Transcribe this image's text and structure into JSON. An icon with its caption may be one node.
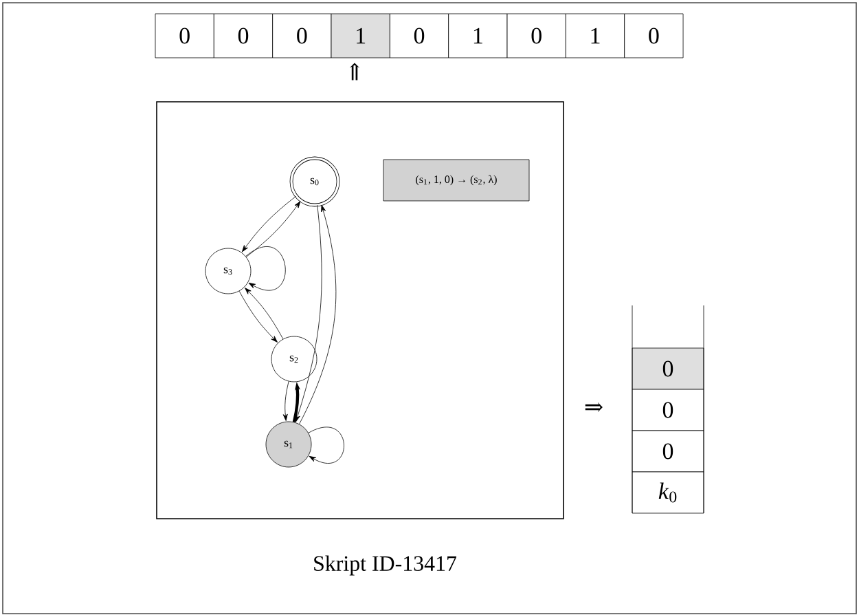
{
  "diagram": {
    "caption": "Skript ID-13417",
    "nodes": [
      {
        "text": [
          "0"
        ]
      },
      {
        "text": [
          "0"
        ]
      },
      {
        "text": [
          "0"
        ]
      },
      {
        "text": [
          "1"
        ]
      },
      {
        "text": [
          "0"
        ]
      },
      {
        "text": [
          "1"
        ]
      },
      {
        "text": [
          "0"
        ]
      },
      {
        "text": [
          "1"
        ]
      },
      {
        "text": [
          "0"
        ]
      },
      {
        "text": [],
        "shape": "box"
      },
      {
        "text": [
          "s$_{0}$"
        ],
        "in": 9
      },
      {
        "text": [
          "(s$_{1}$, 1, 0) → (s$_{2}$, λ)"
        ],
        "in": 9
      },
      {
        "text": [
          "s$_{3}$"
        ],
        "in": 9
      },
      {
        "text": [
          "s$_{2}$"
        ],
        "in": 9
      },
      {
        "text": [
          "s$_{1}$"
        ],
        "in": 9
      },
      {
        "text": [
          "0"
        ]
      },
      {
        "text": [
          "0"
        ]
      },
      {
        "text": [
          "0"
        ]
      },
      {
        "text": [
          "*k*$_{0}$"
        ]
      }
    ],
    "edges": [
      {
        "from": 10,
        "to": 12,
        "arrow": "to"
      },
      {
        "from": 12,
        "to": 10,
        "arrow": "to"
      },
      {
        "from": 12,
        "to": 12,
        "arrow": "to"
      },
      {
        "from": 12,
        "to": 13,
        "arrow": "to"
      },
      {
        "from": 13,
        "to": 12,
        "arrow": "to"
      },
      {
        "from": 13,
        "to": 14,
        "arrow": "to"
      },
      {
        "from": 14,
        "to": 13,
        "arrow": "to",
        "style": "thick"
      },
      {
        "from": 10,
        "to": 14,
        "arrow": "to"
      },
      {
        "from": 14,
        "to": 10,
        "arrow": "to"
      },
      {
        "from": 14,
        "to": 14,
        "arrow": "to"
      }
    ],
    "labels": [
      "⇑",
      "⇒"
    ]
  }
}
